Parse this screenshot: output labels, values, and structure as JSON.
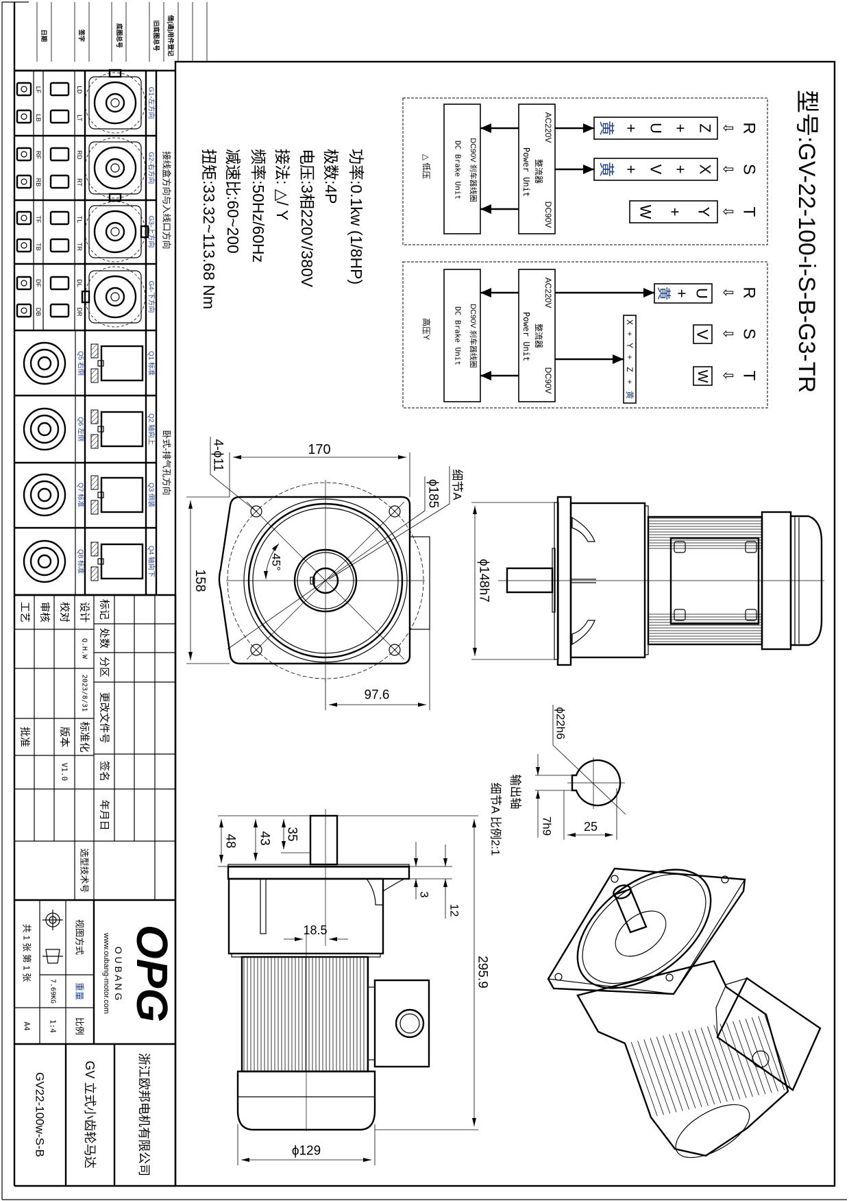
{
  "header_strip": {
    "date": "日期",
    "signature": "签字",
    "base_drawing_no": "底图总号",
    "old_base_drawing_no": "旧底图总号",
    "borrowed_part_register": "借(通)用件登记"
  },
  "model": "型号:GV-22-100-i-S-B-G3-TR",
  "wiring_low": {
    "inputs": [
      "R",
      "S",
      "T"
    ],
    "input_arrow": "⇦",
    "row_r": [
      "Z",
      "+",
      "U",
      "+",
      "黄"
    ],
    "row_s": [
      "X",
      "+",
      "V",
      "+",
      "黄"
    ],
    "row_t": [
      "Y",
      "+",
      "W"
    ],
    "power_ac": "AC220V",
    "power_dc": "DC90V",
    "power_cn": "整流器",
    "power_en": "Power Unit",
    "brake_cn": "DC90V  刹车器线圈",
    "brake_en": "DC Brake Unit",
    "mode": "△ 低压"
  },
  "wiring_high": {
    "inputs": [
      "R",
      "S",
      "T"
    ],
    "input_arrow": "⇦",
    "row_r": [
      "U",
      "+",
      "黄"
    ],
    "row_s": "V",
    "row_t": "W",
    "star": [
      "X",
      "+",
      "Y",
      "+",
      "Z",
      "+",
      "黄"
    ],
    "power_ac": "AC220V",
    "power_dc": "DC90V",
    "power_cn": "整流器",
    "power_en": "Power Unit",
    "brake_cn": "DC90V  刹车器线圈",
    "brake_en": "DC Brake Unit",
    "mode": "高压Y"
  },
  "specs": [
    "功率:0.1kw (1/8HP)",
    "极数:4P",
    "电压:3相220V/380V",
    "接法: △/ Y",
    "频率:50Hz/60Hz",
    "减速比:60~200",
    "扭矩:33.32~113.68 Nm"
  ],
  "options": {
    "junction_title": "接线盒方向与入线口方向",
    "horizontal_title": "卧式-排气孔方向",
    "g": [
      {
        "label": "G1-左方向",
        "a": "LD",
        "b": "LT",
        "c": "LF",
        "d": "LB"
      },
      {
        "label": "G2-右方向",
        "a": "RD",
        "b": "RT",
        "c": "RF",
        "d": "RB"
      },
      {
        "label": "G3-上方向",
        "a": "TL",
        "b": "TR",
        "c": "TF",
        "d": "TB"
      },
      {
        "label": "G4-下方向",
        "a": "DL",
        "b": "DR",
        "c": "DF",
        "d": "DB"
      }
    ],
    "q": [
      {
        "label": "Q1 标准",
        "sub": "Q5 右侧"
      },
      {
        "label": "Q2 轴向上",
        "sub": "Q6 左侧"
      },
      {
        "label": "Q3 倒装",
        "sub": "Q7 标准"
      },
      {
        "label": "Q4 轴向下",
        "sub": "Q8 标准"
      }
    ]
  },
  "dimensions": {
    "front": {
      "holes": "4-ϕ11",
      "pcd": "ϕ185",
      "width": "170",
      "height": "158",
      "angle": "45°",
      "offset": "97.6",
      "detail_ref": "细节A"
    },
    "side": {
      "flange_dia": "ϕ148h7"
    },
    "detail": {
      "shaft_dia": "ϕ22h6",
      "title": "输出轴",
      "subtitle": "细节A  比例2:1",
      "key": "7h9",
      "width": "25"
    },
    "bottom": {
      "d48": "48",
      "d43": "43",
      "d35": "35",
      "d3": "3",
      "d12": "12",
      "d18_5": "18.5",
      "length": "295.9",
      "body_dia": "ϕ129"
    }
  },
  "title_block": {
    "mark": "标记",
    "count": "处数",
    "zone": "分区",
    "change_doc": "更改文件号",
    "sign": "签名",
    "date": "年月日",
    "design": "设计",
    "check": "校对",
    "review": "审核",
    "process": "工艺",
    "standard": "标准化",
    "version": "版本",
    "approve": "批准",
    "designer": "Q.H.W",
    "design_date": "2023/8/31",
    "version_value": "V1.0",
    "selection_no": "选型技术号",
    "view_method": "视图方式",
    "weight_label": "重量",
    "weight": "7.69KG",
    "scale_label": "比例",
    "scale": "1:4",
    "sheets": "共 1 张  第 1 张",
    "paper": "A4",
    "logo": "OPG",
    "brand": "O U B A N G",
    "website": "www.oubang-motor.com",
    "company": "浙江欧邦电机有限公司",
    "product": "GV  立式小齿轮马达",
    "drawing_no": "GV22-100w-S-B"
  }
}
